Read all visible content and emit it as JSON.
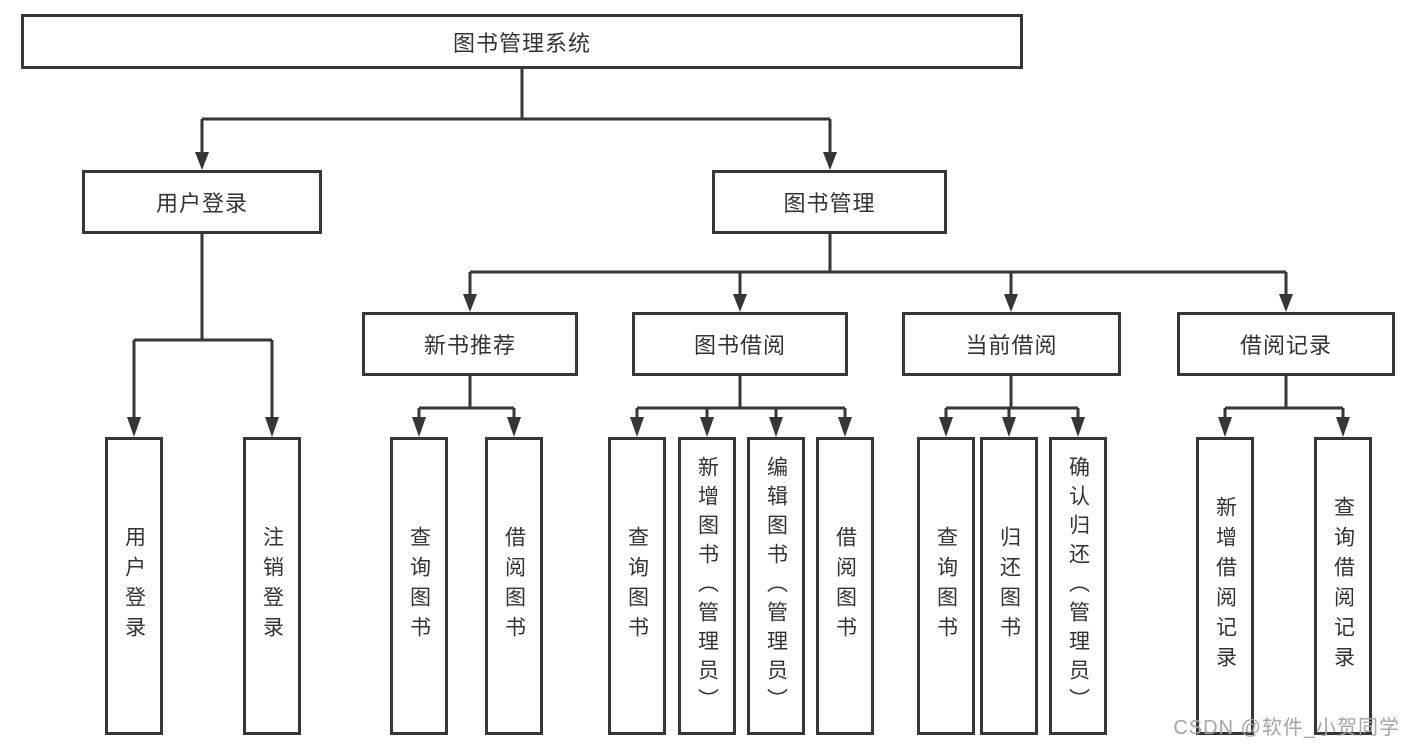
{
  "title": "图书管理系统",
  "watermark": "CSDN @软件_小贺同学",
  "colors": {
    "line": "#363636",
    "text": "#333333",
    "box_background": "#ffffff",
    "watermark": "#a5a5a5"
  },
  "level2": [
    {
      "label": "用户登录"
    },
    {
      "label": "图书管理"
    }
  ],
  "level3": [
    {
      "label": "新书推荐",
      "parent": "图书管理"
    },
    {
      "label": "图书借阅",
      "parent": "图书管理"
    },
    {
      "label": "当前借阅",
      "parent": "图书管理"
    },
    {
      "label": "借阅记录",
      "parent": "图书管理"
    }
  ],
  "leaves": [
    {
      "label": "用户登录",
      "parent": "用户登录"
    },
    {
      "label": "注销登录",
      "parent": "用户登录"
    },
    {
      "label": "查询图书",
      "parent": "新书推荐"
    },
    {
      "label": "借阅图书",
      "parent": "新书推荐"
    },
    {
      "label": "查询图书",
      "parent": "图书借阅"
    },
    {
      "label": "新增图书（管理员）",
      "parent": "图书借阅"
    },
    {
      "label": "编辑图书（管理员）",
      "parent": "图书借阅"
    },
    {
      "label": "借阅图书",
      "parent": "图书借阅"
    },
    {
      "label": "查询图书",
      "parent": "当前借阅"
    },
    {
      "label": "归还图书",
      "parent": "当前借阅"
    },
    {
      "label": "确认归还（管理员）",
      "parent": "当前借阅"
    },
    {
      "label": "新增借阅记录",
      "parent": "借阅记录"
    },
    {
      "label": "查询借阅记录",
      "parent": "借阅记录"
    }
  ]
}
